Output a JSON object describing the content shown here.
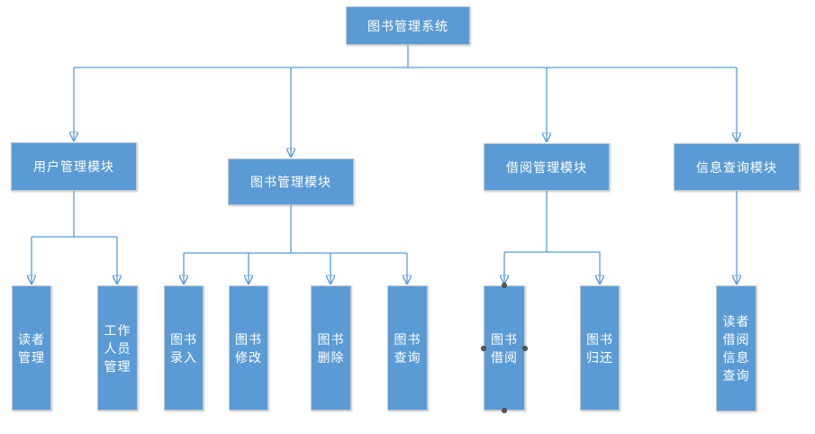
{
  "colors": {
    "node_fill": "#5b9bd5",
    "node_border": "#c3c8cf",
    "connector": "#5b9bd5",
    "node_text": "#ffffff",
    "selection_handle": "#595959",
    "background": "#ffffff"
  },
  "diagram": {
    "root": {
      "label": "图书管理系统"
    },
    "modules": [
      {
        "label": "用户管理模块"
      },
      {
        "label": "图书管理模块"
      },
      {
        "label": "借阅管理模块"
      },
      {
        "label": "信息查询模块"
      }
    ],
    "leaves": [
      {
        "label": "读者\n管理"
      },
      {
        "label": "工作\n人员\n管理"
      },
      {
        "label": "图书\n录入"
      },
      {
        "label": "图书\n修改"
      },
      {
        "label": "图书\n删除"
      },
      {
        "label": "图书\n查询"
      },
      {
        "label": "图书\n借阅",
        "selected": true
      },
      {
        "label": "图书\n归还"
      },
      {
        "label": "读者\n借阅\n信息\n查询"
      }
    ]
  }
}
